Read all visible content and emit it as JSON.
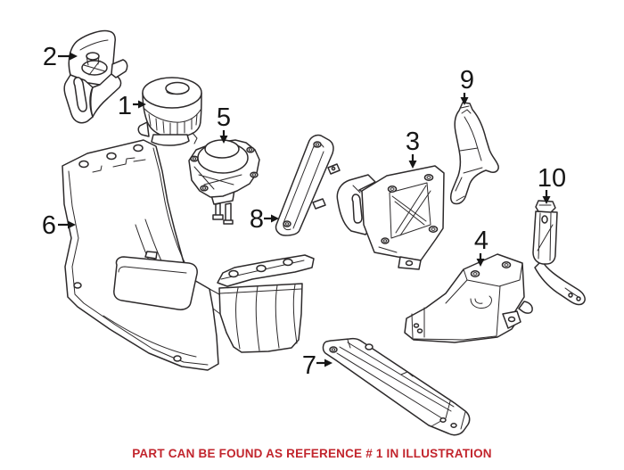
{
  "diagram": {
    "line_color": "#2d2a2b",
    "label_color": "#161616",
    "parts": [
      {
        "label": "1"
      },
      {
        "label": "2"
      },
      {
        "label": "3"
      },
      {
        "label": "4"
      },
      {
        "label": "5"
      },
      {
        "label": "6"
      },
      {
        "label": "7"
      },
      {
        "label": "8"
      },
      {
        "label": "9"
      },
      {
        "label": "10"
      }
    ]
  },
  "caption": {
    "text": "PART CAN BE FOUND AS REFERENCE # 1 IN ILLUSTRATION",
    "color": "#c2252d"
  }
}
